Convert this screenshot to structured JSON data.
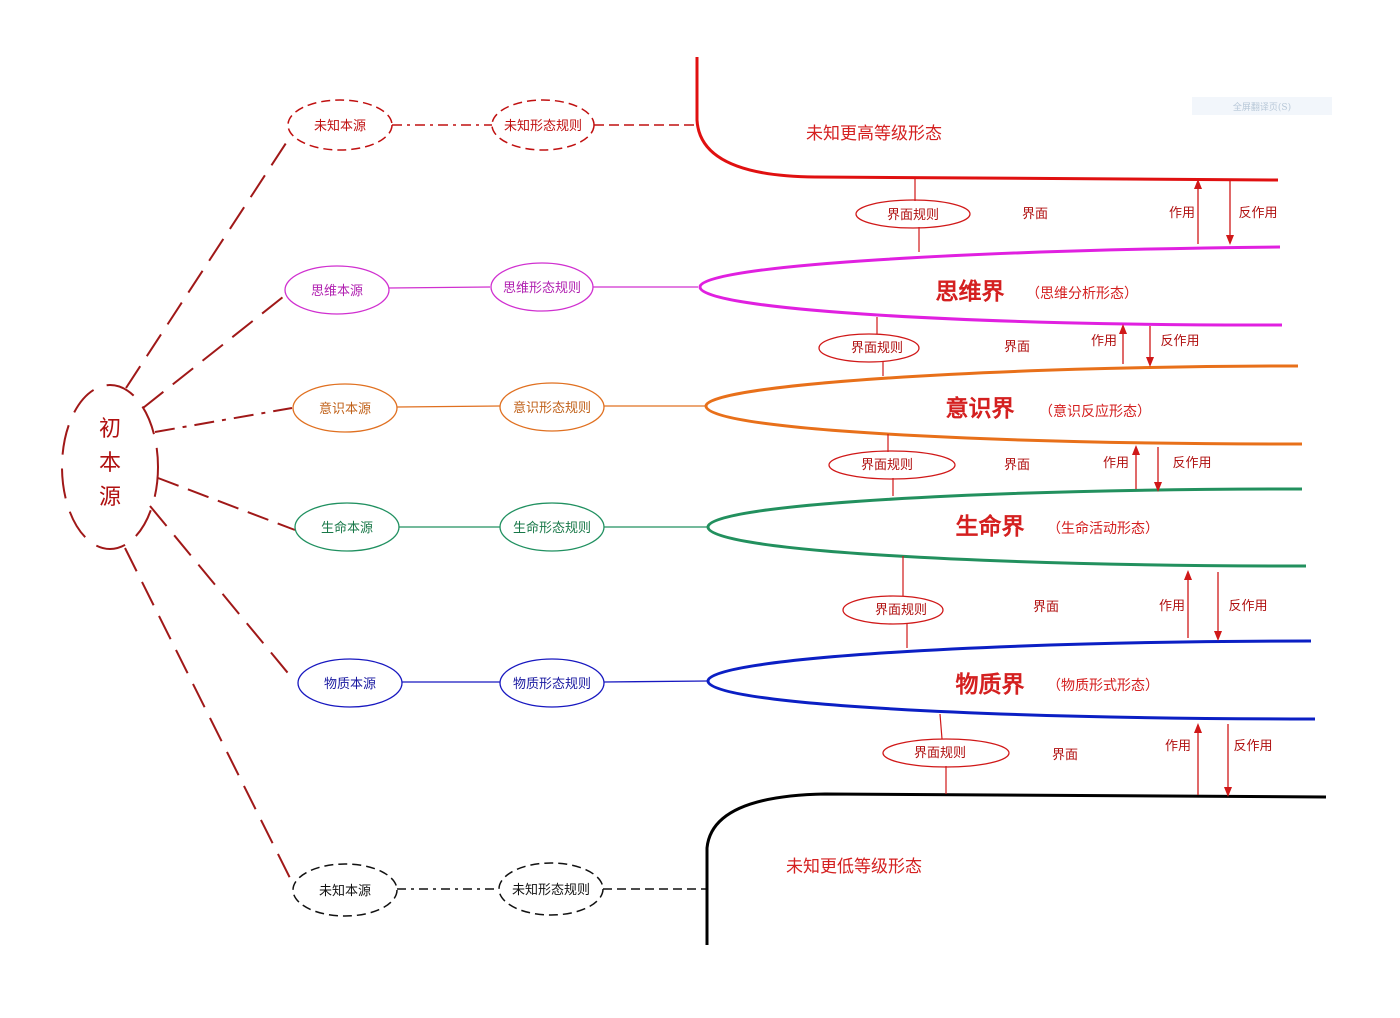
{
  "root": {
    "chars": [
      "初",
      "本",
      "源"
    ],
    "color": "#a01818"
  },
  "sources": [
    {
      "id": "unknown-high",
      "source": "未知本源",
      "rule": "未知形态规则",
      "color": "#c01010"
    },
    {
      "id": "thinking",
      "source": "思维本源",
      "rule": "思维形态规则",
      "color": "#d030d0"
    },
    {
      "id": "consciousness",
      "source": "意识本源",
      "rule": "意识形态规则",
      "color": "#e07020"
    },
    {
      "id": "life",
      "source": "生命本源",
      "rule": "生命形态规则",
      "color": "#209060"
    },
    {
      "id": "matter",
      "source": "物质本源",
      "rule": "物质形态规则",
      "color": "#1818c0"
    },
    {
      "id": "unknown-low",
      "source": "未知本源",
      "rule": "未知形态规则",
      "color": "#111111"
    }
  ],
  "realms": [
    {
      "id": "thinking",
      "name": "思维界",
      "subtitle": "（思维分析形态）",
      "color": "#e020e0"
    },
    {
      "id": "consciousness",
      "name": "意识界",
      "subtitle": "（意识反应形态）",
      "color": "#e8701a"
    },
    {
      "id": "life",
      "name": "生命界",
      "subtitle": "（生命活动形态）",
      "color": "#22905e"
    },
    {
      "id": "matter",
      "name": "物质界",
      "subtitle": "（物质形式形态）",
      "color": "#0b1fc4"
    }
  ],
  "unknown_high": {
    "label": "未知更高等级形态",
    "color": "#e01010"
  },
  "unknown_low": {
    "label": "未知更低等级形态",
    "color": "#000000"
  },
  "interfaces": {
    "rule_label": "界面规则",
    "interface_label": "界面",
    "action_label": "作用",
    "reaction_label": "反作用",
    "color": "#d01818"
  },
  "watermark": "全屏翻译页(S)"
}
